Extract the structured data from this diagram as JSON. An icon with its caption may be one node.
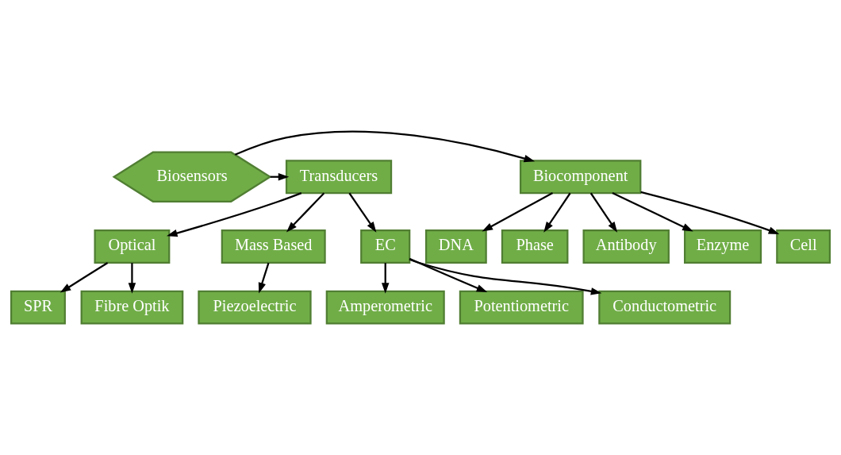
{
  "diagram": {
    "nodes": [
      {
        "text": [
          "Biocomponent"
        ]
      },
      {
        "text": [
          "Biosensors"
        ]
      },
      {
        "text": [
          "Transducers"
        ]
      },
      {
        "text": [
          "Antibody"
        ]
      },
      {
        "text": [
          "Enzyme"
        ]
      },
      {
        "text": [
          "Cell"
        ]
      },
      {
        "text": [
          "DNA"
        ]
      },
      {
        "text": [
          "Phase"
        ]
      },
      {
        "text": [
          "Optical"
        ]
      },
      {
        "text": [
          "Mass Based"
        ]
      },
      {
        "text": [
          "EC"
        ]
      },
      {
        "text": [
          "SPR"
        ]
      },
      {
        "text": [
          "Fibre Optik"
        ]
      },
      {
        "text": [
          "Piezoelectric"
        ]
      },
      {
        "text": [
          "Amperometric"
        ]
      },
      {
        "text": [
          "Potentiometric"
        ]
      },
      {
        "text": [
          "Conductometric"
        ]
      }
    ],
    "edges": [
      {
        "from": 1,
        "to": 0,
        "arrow": "to"
      },
      {
        "from": 1,
        "to": 2,
        "arrow": "to"
      },
      {
        "from": 0,
        "to": 3,
        "arrow": "to"
      },
      {
        "from": 0,
        "to": 4,
        "arrow": "to"
      },
      {
        "from": 0,
        "to": 5,
        "arrow": "to"
      },
      {
        "from": 0,
        "to": 6,
        "arrow": "to"
      },
      {
        "from": 0,
        "to": 7,
        "arrow": "to"
      },
      {
        "from": 2,
        "to": 8,
        "arrow": "to"
      },
      {
        "from": 2,
        "to": 9,
        "arrow": "to"
      },
      {
        "from": 2,
        "to": 10,
        "arrow": "to"
      },
      {
        "from": 8,
        "to": 11,
        "arrow": "to"
      },
      {
        "from": 8,
        "to": 12,
        "arrow": "to"
      },
      {
        "from": 9,
        "to": 13,
        "arrow": "to"
      },
      {
        "from": 10,
        "to": 14,
        "arrow": "to"
      },
      {
        "from": 10,
        "to": 15,
        "arrow": "to"
      },
      {
        "from": 10,
        "to": 16,
        "arrow": "to"
      }
    ]
  }
}
